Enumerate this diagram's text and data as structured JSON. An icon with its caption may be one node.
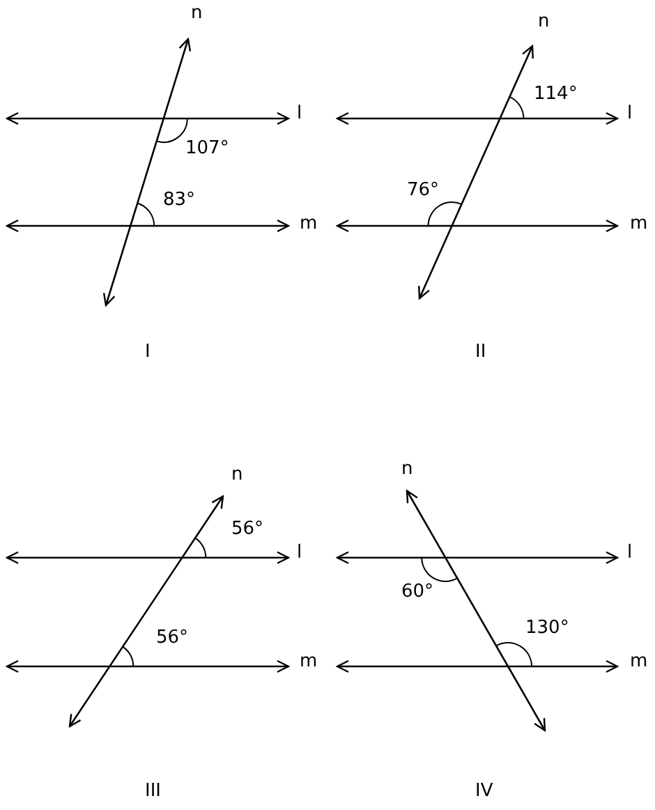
{
  "diagram": {
    "labels": [
      "n",
      "l",
      "107°",
      "83°",
      "m",
      "I",
      "n",
      "114°",
      "l",
      "76°",
      "m",
      "II",
      "n",
      "56°",
      "l",
      "56°",
      "m",
      "III",
      "n",
      "l",
      "60°",
      "130°",
      "m",
      "IV"
    ]
  }
}
